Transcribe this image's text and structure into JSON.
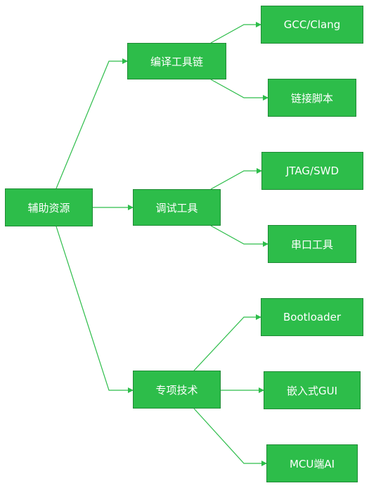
{
  "diagram": {
    "root": {
      "label": "辅助资源"
    },
    "branches": [
      {
        "label": "编译工具链",
        "children": [
          {
            "label": "GCC/Clang"
          },
          {
            "label": "链接脚本"
          }
        ]
      },
      {
        "label": "调试工具",
        "children": [
          {
            "label": "JTAG/SWD"
          },
          {
            "label": "串口工具"
          }
        ]
      },
      {
        "label": "专项技术",
        "children": [
          {
            "label": "Bootloader"
          },
          {
            "label": "嵌入式GUI"
          },
          {
            "label": "MCU端AI"
          }
        ]
      }
    ],
    "colors": {
      "node_fill": "#2dbd4a",
      "node_border": "#1f8a35",
      "edge": "#2dbd4a",
      "text": "#ffffff"
    }
  }
}
